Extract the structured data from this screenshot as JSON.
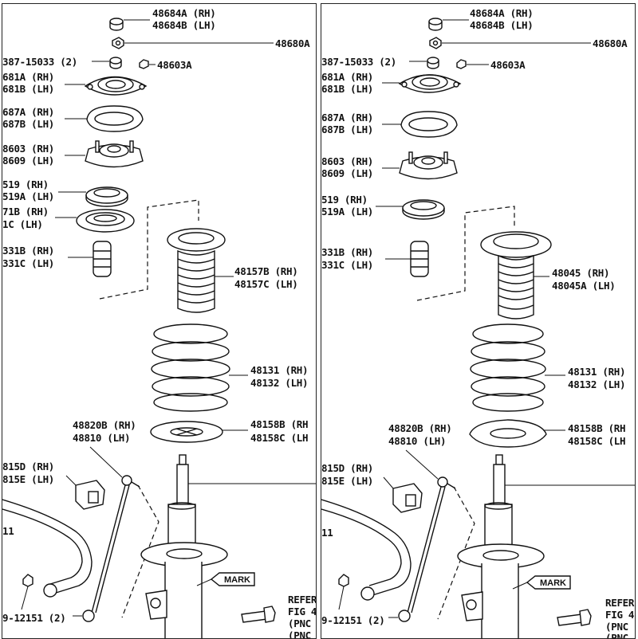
{
  "left": {
    "labels": {
      "l48684a": "48684A (RH)",
      "l48684b": "48684B (LH)",
      "l48680": "48680A",
      "l15033": "387-15033 (2)",
      "l48603a": "48603A",
      "l681a": "681A (RH)",
      "l681b": "681B (LH)",
      "l687a": "687A (RH)",
      "l687b": "687B (LH)",
      "l8603": "8603 (RH)",
      "l8609": "8609 (LH)",
      "l519": "519 (RH)",
      "l519a": "519A (LH)",
      "l71b": "71B (RH)",
      "l1c": "1C (LH)",
      "l331b": "331B (RH)",
      "l331c": "331C (LH)",
      "boot_rh": "48157B (RH)",
      "boot_lh": "48157C (LH)",
      "spring_rh": "48131 (RH)",
      "spring_lh": "48132 (LH)",
      "link_rh": "48820B (RH)",
      "link_lh": "48810 (LH)",
      "seat_rh": "48158B (RH",
      "seat_lh": "48158C (LH",
      "l815d": "815D (RH)",
      "l815e": "815E (LH)",
      "l11": "11",
      "l12151": "9-12151 (2)",
      "mark": "MARK",
      "refer1": "REFER",
      "refer2": "FIG 4",
      "refer3": "(PNC",
      "refer4": "(PNC"
    }
  },
  "right": {
    "labels": {
      "l48684a": "48684A (RH)",
      "l48684b": "48684B (LH)",
      "l48680": "48680A",
      "l15033": "387-15033 (2)",
      "l48603a": "48603A",
      "l681a": "681A (RH)",
      "l681b": "681B (LH)",
      "l687a": "687A (RH)",
      "l687b": "687B (LH)",
      "l8603": "8603 (RH)",
      "l8609": "8609 (LH)",
      "l519": "519 (RH)",
      "l519a": "519A (LH)",
      "l331b": "331B (RH)",
      "l331c": "331C (LH)",
      "boot_rh": "48045 (RH)",
      "boot_lh": "48045A (LH)",
      "spring_rh": "48131 (RH)",
      "spring_lh": "48132 (LH)",
      "link_rh": "48820B (RH)",
      "link_lh": "48810 (LH)",
      "seat_rh": "48158B (RH",
      "seat_lh": "48158C (LH",
      "l815d": "815D (RH)",
      "l815e": "815E (LH)",
      "l11": "11",
      "l12151": "9-12151 (2)",
      "mark": "MARK",
      "refer1": "REFER",
      "refer2": "FIG 4",
      "refer3": "(PNC",
      "refer4": "(PNC"
    }
  }
}
